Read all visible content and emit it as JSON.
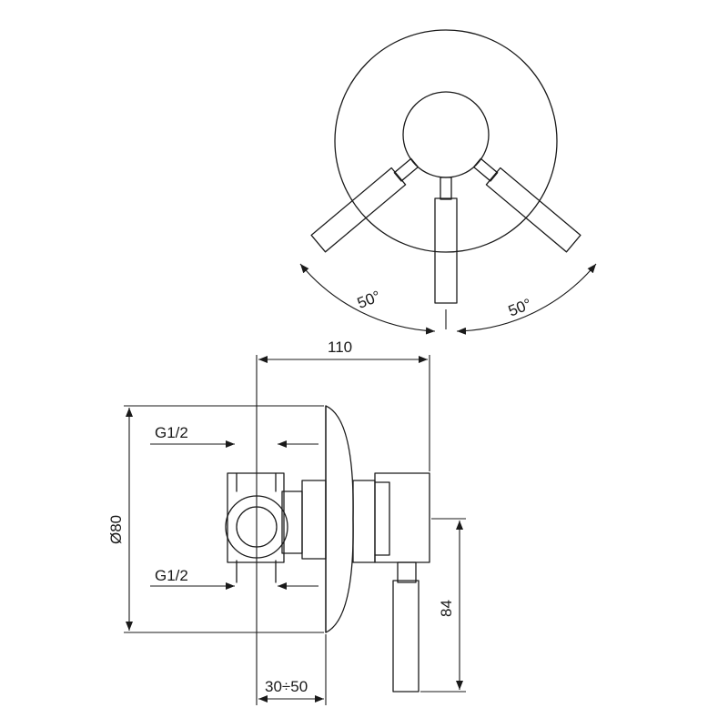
{
  "dimensions": {
    "angle_left": "50°",
    "angle_right": "50°",
    "depth_total": "110",
    "diameter": "Ø80",
    "thread_top": "G1/2",
    "thread_bottom": "G1/2",
    "handle_height": "84",
    "wall_range": "30÷50"
  },
  "colors": {
    "line": "#1a1a1a",
    "background": "#ffffff"
  }
}
